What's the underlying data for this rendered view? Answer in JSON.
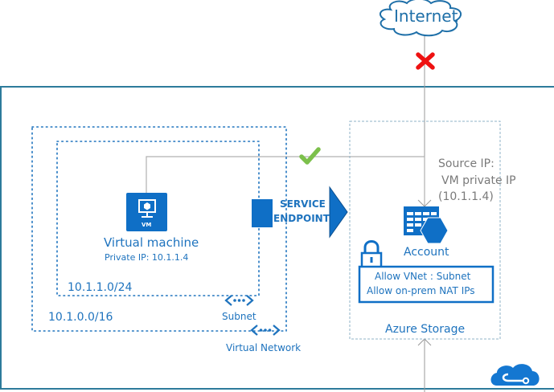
{
  "internet": {
    "label": "Internet",
    "icon": "cloud-icon"
  },
  "blocked_marker": {
    "icon": "red-x-icon",
    "color": "#ee1111"
  },
  "allowed_marker": {
    "icon": "green-check-icon",
    "color": "#7cc04b"
  },
  "virtual_machine": {
    "icon_label": "VM",
    "title": "Virtual machine",
    "private_ip": "Private IP: 10.1.1.4"
  },
  "subnet": {
    "cidr": "10.1.1.0/24",
    "label": "Subnet",
    "icon": "subnet-icon"
  },
  "virtual_network": {
    "cidr": "10.1.0.0/16",
    "label": "Virtual Network",
    "icon": "vnet-icon"
  },
  "service_endpoint": {
    "line1": "SERVICE",
    "line2": "ENDPOINT"
  },
  "source_ip_note": {
    "line1": "Source IP:",
    "line2": "VM private IP",
    "line3": "(10.1.1.4)"
  },
  "storage_account": {
    "label": "Account",
    "icon": "storage-account-icon"
  },
  "firewall_rules": {
    "rule1": "Allow VNet : Subnet",
    "rule2": "Allow on-prem NAT IPs",
    "icon": "lock-icon"
  },
  "azure_storage": {
    "label": "Azure Storage"
  },
  "colors": {
    "azure_blue": "#0f6fc6",
    "text_blue": "#1e73be",
    "frame": "#2d7b9b",
    "line_gray": "#9a9a9a"
  }
}
